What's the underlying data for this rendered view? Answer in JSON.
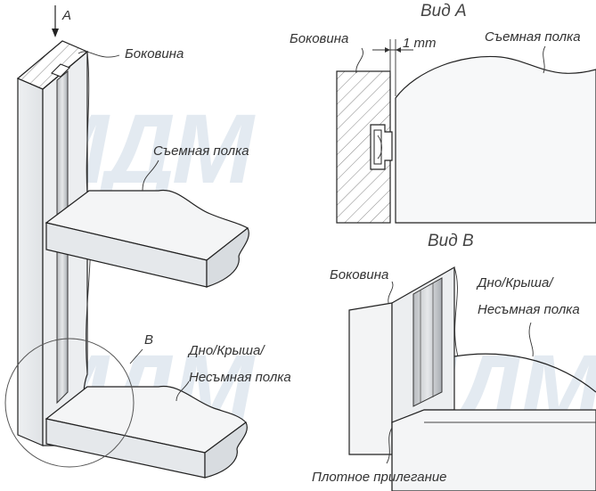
{
  "watermark": "МДМ",
  "labels": {
    "arrow_a": "А",
    "bokovina_left": "Боковина",
    "semnaya_polka_left": "Съемная полка",
    "circle_b": "В",
    "dno_krysha_left": "Дно/Крыша/",
    "nesemnaya_polka_left": "Несъмная полка",
    "vid_a_title": "Вид А",
    "bokovina_a": "Боковина",
    "one_mm": "1 mm",
    "semnaya_polka_a": "Съемная полка",
    "vid_b_title": "Вид В",
    "bokovina_b": "Боковина",
    "dno_krysha_b": "Дно/Крыша/",
    "nesemnaya_polka_b": "Несъмная полка",
    "plotnoe_prileganie": "Плотное прилегание"
  }
}
